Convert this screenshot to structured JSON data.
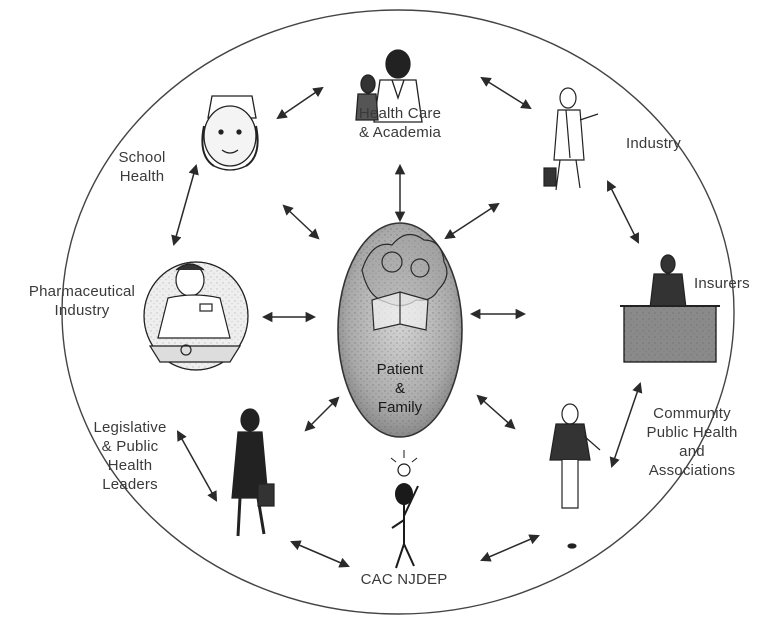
{
  "diagram": {
    "center": {
      "line1": "Patient",
      "line2": "&",
      "line3": "Family"
    },
    "nodes": {
      "health_care": {
        "line1": "Health Care",
        "line2": "& Academia"
      },
      "industry": {
        "line1": "Industry"
      },
      "insurers": {
        "line1": "Insurers"
      },
      "community": {
        "line1": "Community",
        "line2": "Public Health",
        "line3": "and",
        "line4": "Associations"
      },
      "cac": {
        "line1": "CAC NJDEP"
      },
      "legislative": {
        "line1": "Legislative",
        "line2": "& Public",
        "line3": "Health",
        "line4": "Leaders"
      },
      "pharma": {
        "line1": "Pharmaceutical",
        "line2": "Industry"
      },
      "school": {
        "line1": "School",
        "line2": "Health"
      }
    },
    "colors": {
      "stroke": "#2a2a2a",
      "text": "#3a3a3a",
      "oval_fill": "#b9b9b9"
    }
  }
}
